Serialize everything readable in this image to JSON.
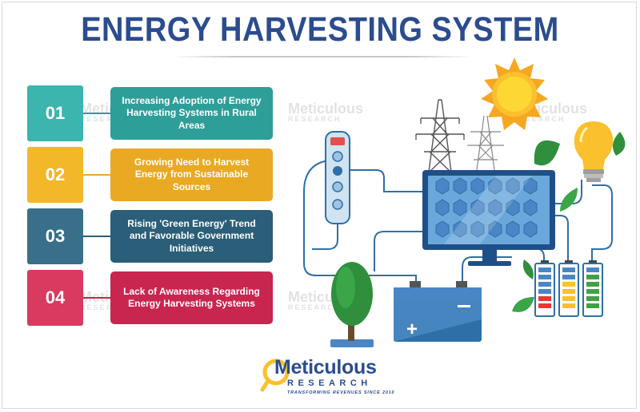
{
  "title": "ENERGY HARVESTING SYSTEM",
  "items": [
    {
      "number": "01",
      "text": "Increasing Adoption of Energy Harvesting Systems in Rural Areas",
      "color": "#2e9e99",
      "box_color": "#3bb5ae"
    },
    {
      "number": "02",
      "text": "Growing Need to Harvest Energy from Sustainable Sources",
      "color": "#eaa923",
      "box_color": "#f2b82a"
    },
    {
      "number": "03",
      "text": "Rising 'Green Energy' Trend and Favorable Government Initiatives",
      "color": "#2b5e78",
      "box_color": "#3a6f8a"
    },
    {
      "number": "04",
      "text": "Lack of Awareness Regarding Energy Harvesting Systems",
      "color": "#c8264f",
      "box_color": "#d93a60"
    }
  ],
  "logo": {
    "name": "Meticulous",
    "sub": "RESEARCH",
    "tagline": "TRANSFORMING REVENUES SINCE 2010"
  },
  "watermark": {
    "name": "Meticulous",
    "sub": "RESEARCH"
  },
  "illustration": {
    "icons": [
      "power-strip-icon",
      "transmission-tower-icon",
      "sun-icon",
      "light-bulb-icon",
      "solar-panel-icon",
      "battery-icon",
      "tree-icon",
      "battery-level-icon",
      "leaf-icon"
    ]
  }
}
